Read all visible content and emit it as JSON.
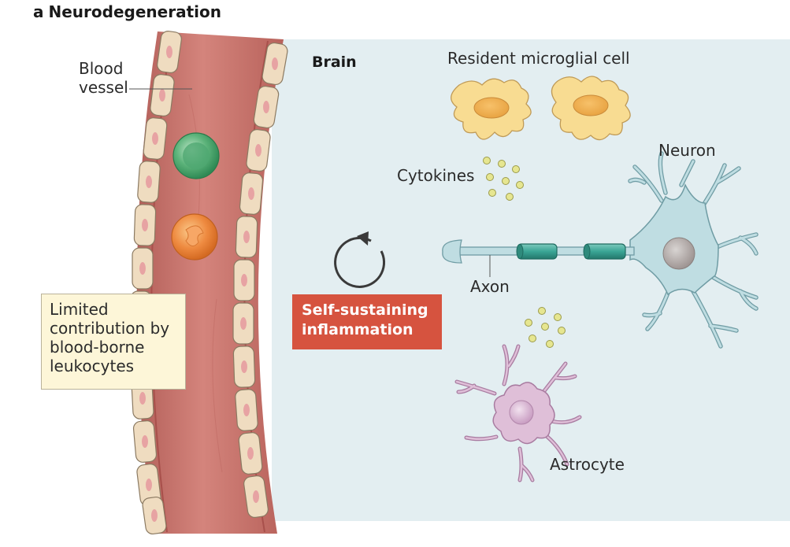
{
  "panel": {
    "letter": "a",
    "title": "Neurodegeneration"
  },
  "labels": {
    "blood_vessel_line1": "Blood",
    "blood_vessel_line2": "vessel",
    "brain": "Brain",
    "microglia": "Resident microglial cell",
    "neuron": "Neuron",
    "cytokines": "Cytokines",
    "axon": "Axon",
    "astrocyte": "Astrocyte"
  },
  "leukocyte_note": [
    "Limited",
    "contribution by",
    "blood-borne",
    "leukocytes"
  ],
  "inflammation_box": [
    "Self-sustaining",
    "inflammation"
  ],
  "colors": {
    "brain_bg": "#e3eef1",
    "vessel": "#c8766f",
    "vessel_edge": "#a8504b",
    "endothelial": "#efdcc0",
    "microglia": "#f8dc92",
    "neuron": "#bfdde2",
    "myelin": "#3aa595",
    "astrocyte": "#dfbfd8",
    "cytokine": "#e6e690",
    "inflammation_box": "#d6533f",
    "note_box": "#fdf6d8"
  }
}
